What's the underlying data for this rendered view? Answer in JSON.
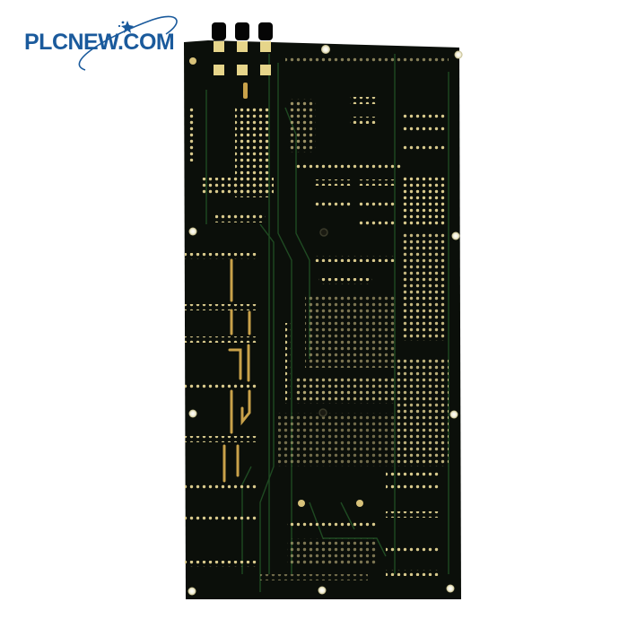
{
  "watermark": {
    "text": "PLCNEW.COM",
    "color": "#1a5a9c"
  },
  "photo": {
    "subject": "printed-circuit-board-solder-side",
    "board_color": "#0b0f0a",
    "trace_color": "#1f4a22",
    "pad_color": "#d8c27a",
    "gold_trace_color": "#c9a24a",
    "mounting_hole_color": "#f4f2e6",
    "connectors": 3
  }
}
